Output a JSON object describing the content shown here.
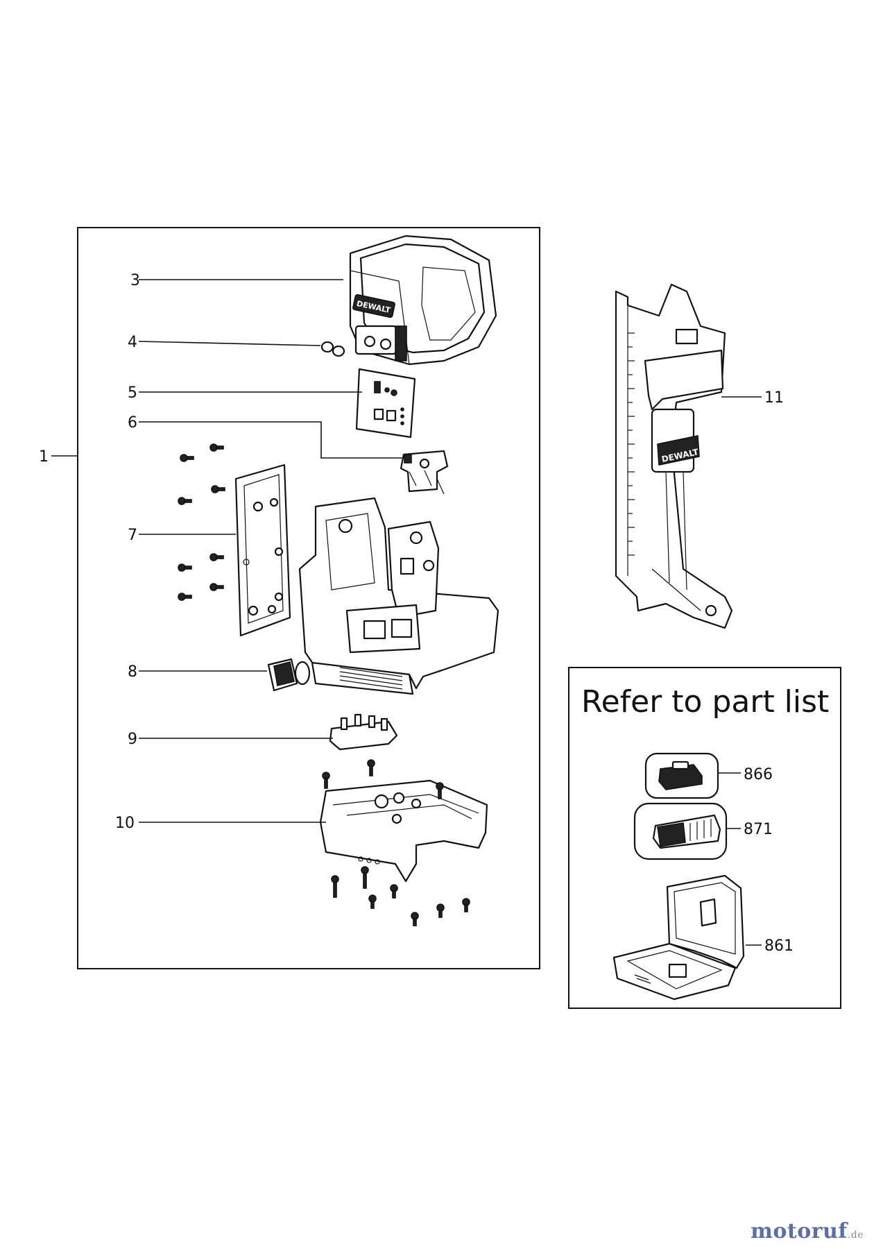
{
  "callouts": {
    "c1": "1",
    "c3": "3",
    "c4": "4",
    "c5": "5",
    "c6": "6",
    "c7": "7",
    "c8": "8",
    "c9": "9",
    "c10": "10",
    "c11": "11",
    "c866": "866",
    "c871": "871",
    "c861": "861"
  },
  "refer_box": {
    "title": "Refer to part list"
  },
  "brand_marks": [
    "DEWALT",
    "DEWALT"
  ],
  "watermark": {
    "name": "motoruf",
    "suffix": ".de"
  },
  "colors": {
    "line": "#111111",
    "background": "#ffffff",
    "watermark": "#5a6ea8"
  }
}
